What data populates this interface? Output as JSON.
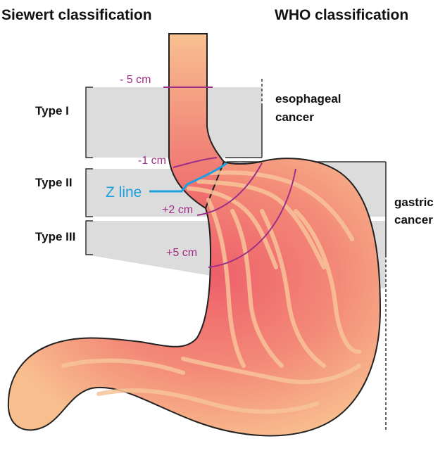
{
  "headers": {
    "siewert": "Siewert classification",
    "who": "WHO classification"
  },
  "siewert_types": {
    "type1": "Type I",
    "type2": "Type II",
    "type3": "Type III"
  },
  "who_classes": {
    "esophageal": [
      "esophageal",
      "cancer"
    ],
    "gastric": [
      "gastric",
      "cancer"
    ]
  },
  "level_labels": {
    "minus5": "- 5 cm",
    "minus1": "-1 cm",
    "plus2": "+2 cm",
    "plus5": "+5 cm"
  },
  "zline_label": "Z line",
  "colors": {
    "magenta": "#9e2f86",
    "zline_blue": "#1aa0e0",
    "band_gray": "#dcdcdc",
    "organ_light": "#f7b98a",
    "organ_dark": "#ee5f6a",
    "outline": "#222222"
  }
}
